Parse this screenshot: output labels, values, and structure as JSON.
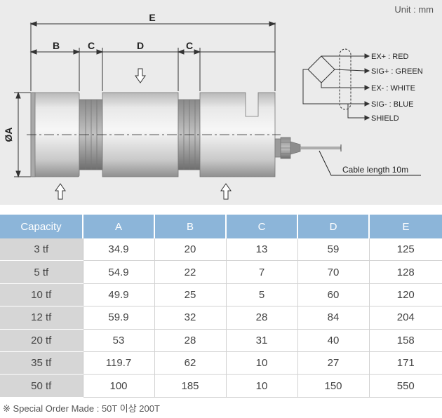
{
  "drawing": {
    "unit": "Unit : mm",
    "dim_labels": {
      "E": "E",
      "B": "B",
      "C1": "C",
      "D": "D",
      "C2": "C",
      "A": "ØA"
    },
    "wiring": [
      {
        "label": "EX+ : RED",
        "color": "#d12b2b"
      },
      {
        "label": "SIG+ : GREEN",
        "color": "#2d8a3a"
      },
      {
        "label": "EX- : WHITE",
        "color": "#ffffff"
      },
      {
        "label": "SIG- : BLUE",
        "color": "#2b56c4"
      },
      {
        "label": "SHIELD",
        "color": "#555555"
      }
    ],
    "cable_label": "Cable length 10m"
  },
  "table": {
    "headers": [
      "Capacity",
      "A",
      "B",
      "C",
      "D",
      "E"
    ],
    "rows": [
      [
        "3 tf",
        "34.9",
        "20",
        "13",
        "59",
        "125"
      ],
      [
        "5 tf",
        "54.9",
        "22",
        "7",
        "70",
        "128"
      ],
      [
        "10 tf",
        "49.9",
        "25",
        "5",
        "60",
        "120"
      ],
      [
        "12 tf",
        "59.9",
        "32",
        "28",
        "84",
        "204"
      ],
      [
        "20 tf",
        "53",
        "28",
        "31",
        "40",
        "158"
      ],
      [
        "35 tf",
        "119.7",
        "62",
        "10",
        "27",
        "171"
      ],
      [
        "50 tf",
        "100",
        "185",
        "10",
        "150",
        "550"
      ]
    ]
  },
  "footnote": "※ Special Order Made : 50T 이상 200T"
}
